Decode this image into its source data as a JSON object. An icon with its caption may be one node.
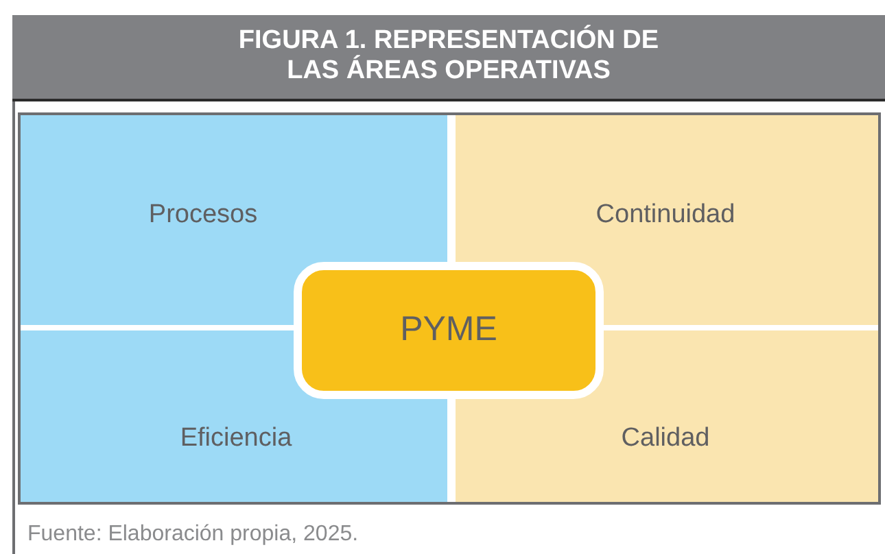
{
  "diagram": {
    "title": "FIGURA 1. REPRESENTACIÓN DE LAS ÁREAS OPERATIVAS",
    "caption": "Fuente: Elaboración propia, 2025.",
    "nodes": [
      {
        "text": [
          "Procesos"
        ]
      },
      {
        "text": [
          "Continuidad"
        ]
      },
      {
        "text": [
          "Eficiencia"
        ]
      },
      {
        "text": [
          "Calidad"
        ]
      },
      {
        "text": [
          "PYME"
        ]
      }
    ]
  }
}
